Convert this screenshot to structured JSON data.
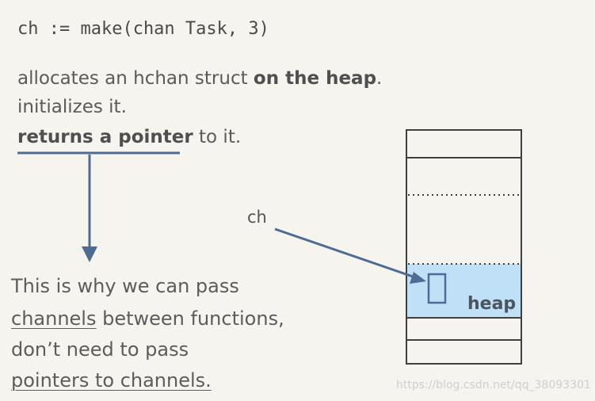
{
  "code": "ch := make(chan Task, 3)",
  "description": {
    "line1_pre": "allocates an hchan struct ",
    "line1_bold": "on the heap",
    "line1_post": ".",
    "line2": "initializes it.",
    "line3_bold": "returns a pointer",
    "line3_post": " to it."
  },
  "explanation": {
    "line1": "This is why we can pass",
    "line2_ul": "channels",
    "line2_post": " between functions,",
    "line3": "don’t need to pass",
    "line4_ul": "pointers to channels."
  },
  "diagram": {
    "pointer_label": "ch",
    "heap_label": "heap"
  },
  "watermark": "https://blog.csdn.net/qq_38093301",
  "colors": {
    "background": "#f6f4ef",
    "heap_fill": "#bfe0f7",
    "arrow": "#4e6b94",
    "underline": "#4e6b94",
    "border": "#3f3f3f"
  }
}
